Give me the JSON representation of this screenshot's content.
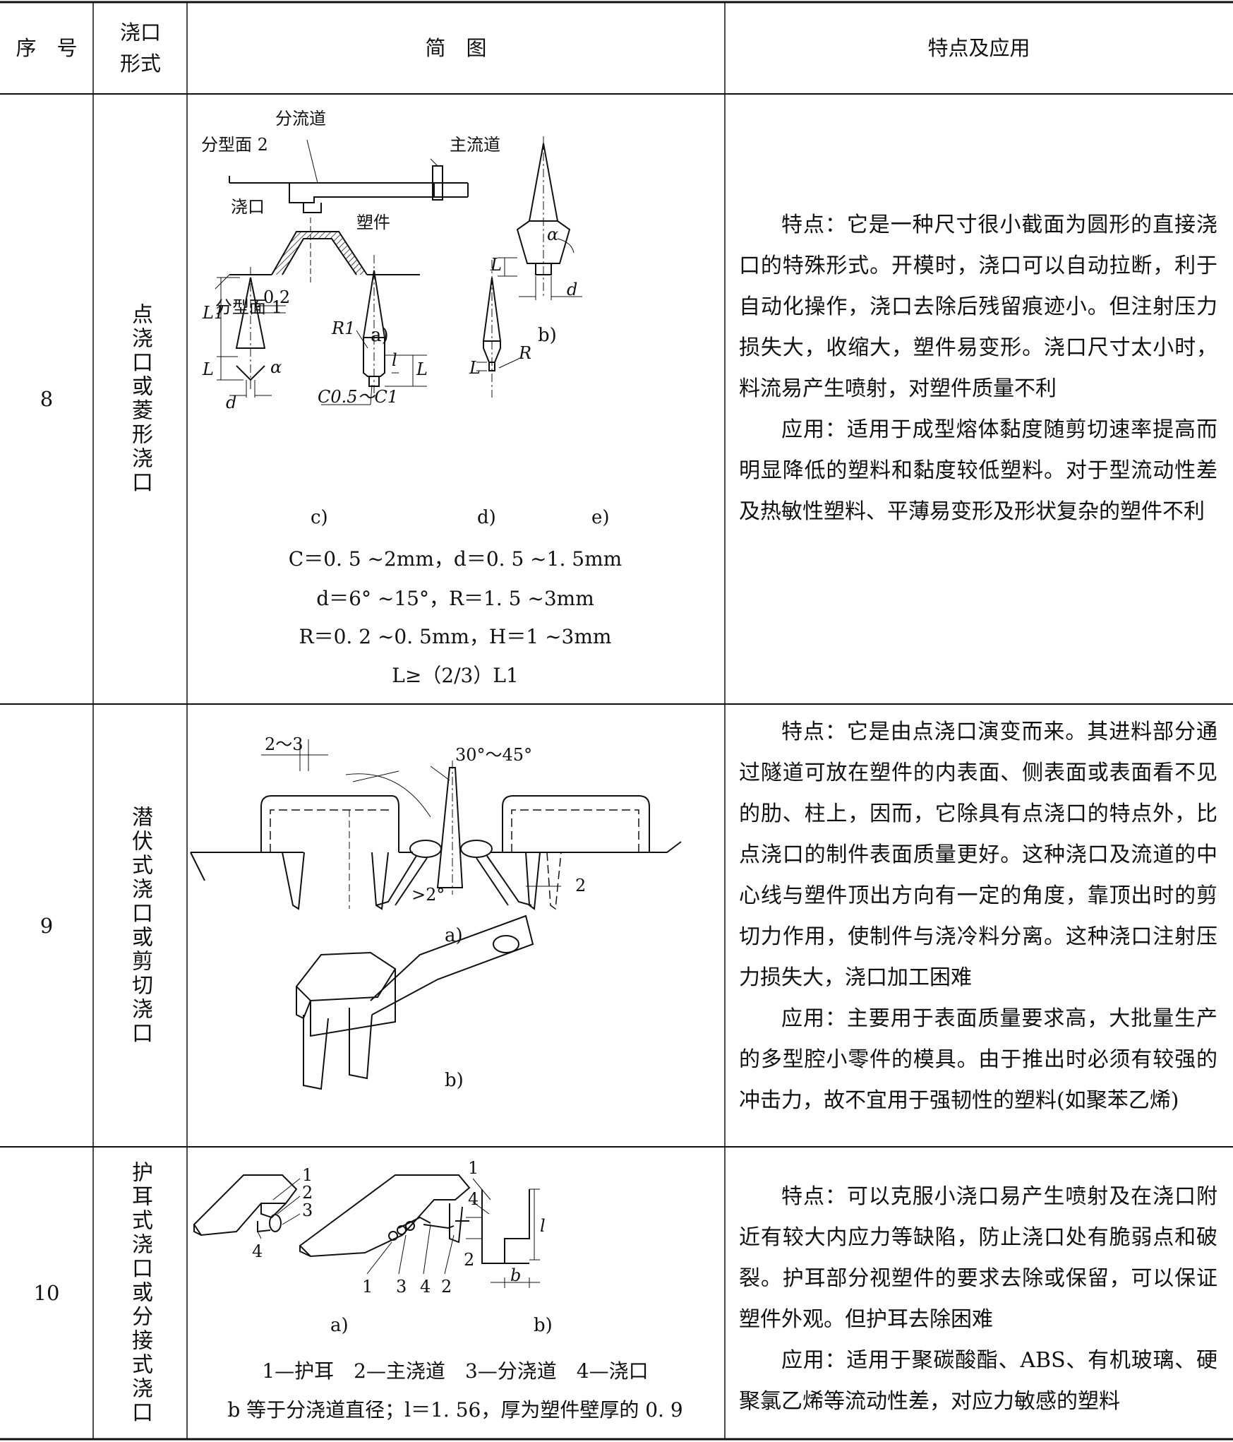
{
  "header": {
    "col_no": "序　号",
    "col_form": "浇口形式",
    "col_diagram": "简　图",
    "col_features": "特点及应用"
  },
  "rows": [
    {
      "no": "8",
      "form": "点浇口或菱形浇口",
      "labels": {
        "runner": "分流道",
        "parting2": "分型面 2",
        "sprue": "主流道",
        "gate": "浇口",
        "part": "塑件",
        "parting1": "分型面 1",
        "L": "L",
        "L1": "L1",
        "alpha": "α",
        "d": "d",
        "dim02": "0.2",
        "R1": "R1",
        "l": "l",
        "R": "R",
        "chamfer": "C0.5～C1"
      },
      "captions": [
        "a)",
        "b)",
        "c)",
        "d)",
        "e)"
      ],
      "formulas": [
        "C＝0. 5 ~2mm，d＝0. 5 ~1. 5mm",
        "d＝6° ~15°，R＝1. 5 ~3mm",
        "R＝0. 2 ~0. 5mm，H＝1 ~3mm",
        "L≥（2/3）L1"
      ],
      "features": "特点：它是一种尺寸很小截面为圆形的直接浇口的特殊形式。开模时，浇口可以自动拉断，利于自动化操作，浇口去除后残留痕迹小。但注射压力损失大，收缩大，塑件易变形。浇口尺寸太小时，料流易产生喷射，对塑件质量不利",
      "application": "应用：适用于成型熔体黏度随剪切速率提高而明显降低的塑料和黏度较低塑料。对于型流动性差及热敏性塑料、平薄易变形及形状复杂的塑件不利"
    },
    {
      "no": "9",
      "form": "潜伏式浇口或剪切浇口",
      "labels": {
        "dim23": "2～3",
        "angle": "30°～45°",
        "gt2": ">2°",
        "num2": "2"
      },
      "captions": [
        "a)",
        "b)"
      ],
      "features": "特点：它是由点浇口演变而来。其进料部分通过隧道可放在塑件的内表面、侧表面或表面看不见的肋、柱上，因而，它除具有点浇口的特点外，比点浇口的制件表面质量更好。这种浇口及流道的中心线与塑件顶出方向有一定的角度，靠顶出时的剪切力作用，使制件与浇冷料分离。这种浇口注射压力损失大，浇口加工困难",
      "application": "应用：主要用于表面质量要求高，大批量生产的多型腔小零件的模具。由于推出时必须有较强的冲击力，故不宜用于强韧性的塑料(如聚苯乙烯)"
    },
    {
      "no": "10",
      "form": "护耳式浇口或分接式浇口",
      "labels": {
        "n1": "1",
        "n2": "2",
        "n3": "3",
        "n4": "4",
        "b": "b",
        "l": "l"
      },
      "captions": [
        "a)",
        "b)"
      ],
      "legend": "1—护耳　2—主浇道　3—分浇道　4—浇口",
      "note": "b 等于分浇道直径；l＝1. 56，厚为塑件壁厚的 0. 9",
      "features": "特点：可以克服小浇口易产生喷射及在浇口附近有较大内应力等缺陷，防止浇口处有脆弱点和破裂。护耳部分视塑件的要求去除或保留，可以保证塑件外观。但护耳去除困难",
      "application": "应用：适用于聚碳酸酯、ABS、有机玻璃、硬聚氯乙烯等流动性差，对应力敏感的塑料"
    }
  ]
}
